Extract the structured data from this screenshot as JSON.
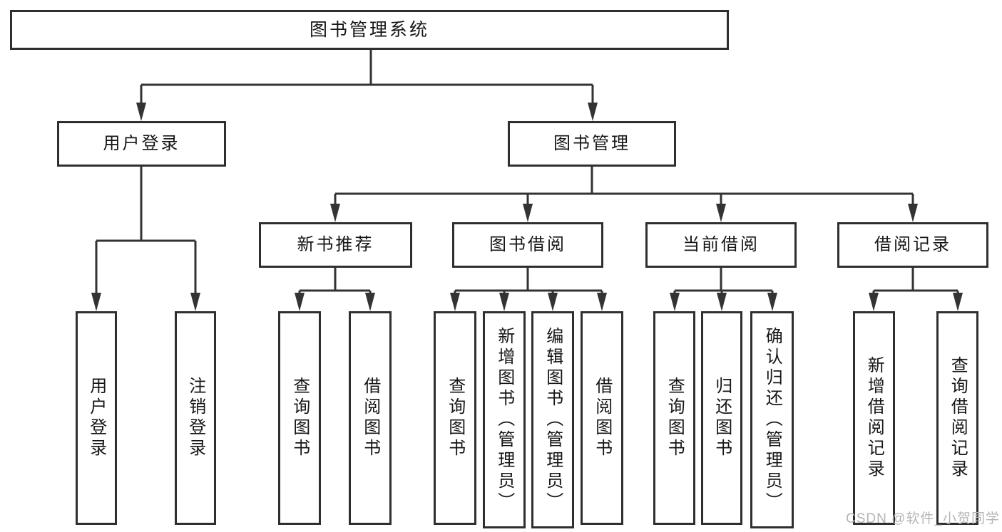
{
  "diagram": {
    "root": {
      "label": "图书管理系统",
      "children": [
        {
          "label": "用户登录",
          "children": [
            {
              "label": "用户登录"
            },
            {
              "label": "注销登录"
            }
          ]
        },
        {
          "label": "图书管理",
          "children": [
            {
              "label": "新书推荐",
              "children": [
                {
                  "label": "查询图书"
                },
                {
                  "label": "借阅图书"
                }
              ]
            },
            {
              "label": "图书借阅",
              "children": [
                {
                  "label": "查询图书"
                },
                {
                  "label": "新增图书（管理员）"
                },
                {
                  "label": "编辑图书（管理员）"
                },
                {
                  "label": "借阅图书"
                }
              ]
            },
            {
              "label": "当前借阅",
              "children": [
                {
                  "label": "查询图书"
                },
                {
                  "label": "归还图书"
                },
                {
                  "label": "确认归还（管理员）"
                }
              ]
            },
            {
              "label": "借阅记录",
              "children": [
                {
                  "label": "新增借阅记录"
                },
                {
                  "label": "查询借阅记录"
                }
              ]
            }
          ]
        }
      ]
    }
  },
  "watermark": {
    "text": "CSDN @软件_小贺同学"
  },
  "colors": {
    "line": "#333333",
    "box_border": "#2f2f2f",
    "text": "#161616",
    "watermark": "#b5b5b5",
    "background": "#ffffff"
  }
}
